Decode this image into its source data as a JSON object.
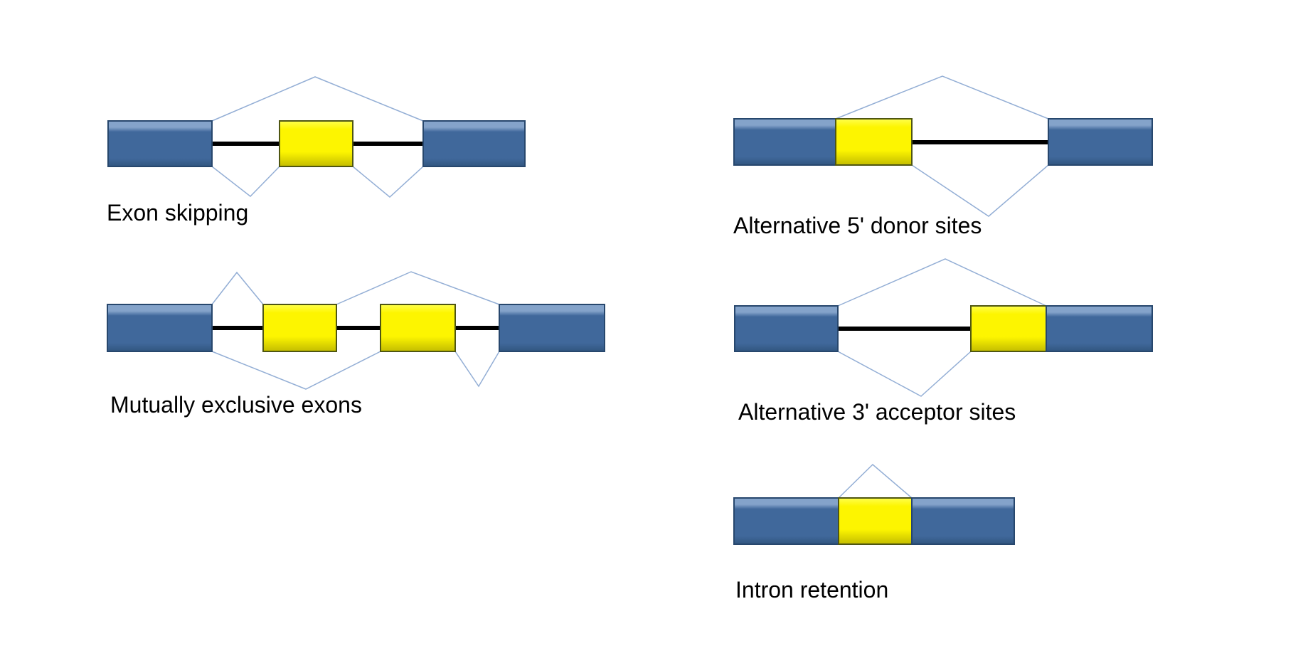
{
  "page": {
    "background_color": "#ffffff",
    "description": "Diagram of five alternative pre-mRNA splicing patterns"
  },
  "colors": {
    "page-bg": "#ffffff",
    "exon-blue": "#40689b",
    "exon-blue-highlight": "#84a3ca",
    "exon-blue-shadow": "#31567f",
    "exon-blue-border": "#27476d",
    "exon-yellow": "#fdf500",
    "exon-yellow-highlight": "#ffff4d",
    "exon-yellow-shadow": "#c3bc00",
    "exon-yellow-border": "#4f5612",
    "splice-line": "#93aed5",
    "intron-line": "#000000",
    "label-color": "#000000"
  },
  "diagrams": [
    {
      "id": "exon-skipping",
      "label": "Exon skipping",
      "structure": [
        "blue exon",
        "intron",
        "yellow exon",
        "intron",
        "blue exon"
      ],
      "splice_paths": [
        "skip path above joining the two blue exons",
        "inclusion path below left intron",
        "inclusion path below right intron"
      ]
    },
    {
      "id": "mutually-exclusive-exons",
      "label": "Mutually exclusive exons",
      "structure": [
        "blue exon",
        "intron",
        "yellow exon",
        "intron",
        "yellow exon",
        "intron",
        "blue exon"
      ],
      "splice_paths": [
        "small peak above first intron",
        "large peak above skipping second yellow exon",
        "deep valley below skipping first yellow exon",
        "small valley below last intron"
      ]
    },
    {
      "id": "alternative-5-donor-sites",
      "label": "Alternative 5' donor sites",
      "structure": [
        "blue exon",
        "yellow exon extension",
        "intron",
        "blue exon"
      ],
      "splice_paths": [
        "peak above from proximal donor site",
        "valley below from distal donor site"
      ]
    },
    {
      "id": "alternative-3-acceptor-sites",
      "label": "Alternative 3' acceptor sites",
      "structure": [
        "blue exon",
        "intron",
        "yellow exon extension",
        "blue exon"
      ],
      "splice_paths": [
        "peak above to distal acceptor site",
        "valley below to proximal acceptor site"
      ]
    },
    {
      "id": "intron-retention",
      "label": "Intron retention",
      "structure": [
        "blue exon",
        "retained yellow intron",
        "blue exon"
      ],
      "splice_paths": [
        "small peak above retained intron"
      ]
    }
  ]
}
